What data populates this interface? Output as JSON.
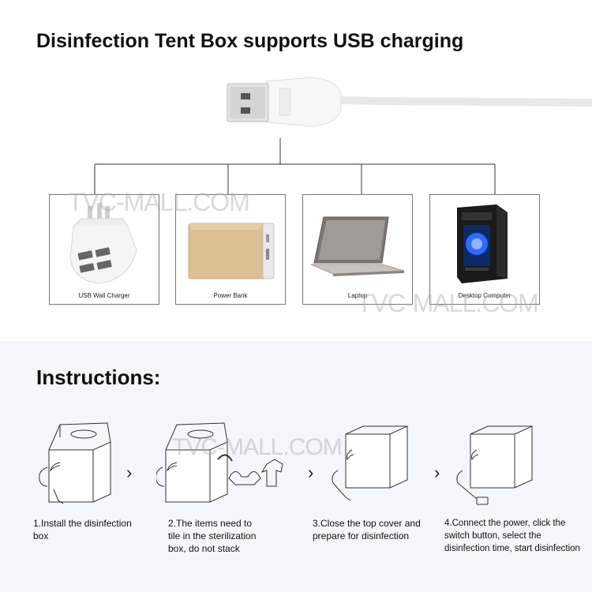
{
  "header": {
    "title": "Disinfection Tent Box supports USB charging"
  },
  "devices": [
    {
      "label": "USB Wall Charger",
      "icon": "usb-wall-charger-icon"
    },
    {
      "label": "Power Bank",
      "icon": "power-bank-icon"
    },
    {
      "label": "Laptop",
      "icon": "laptop-icon"
    },
    {
      "label": "Desktop Computer",
      "icon": "desktop-computer-icon"
    }
  ],
  "watermark": "TVC-MALL.COM",
  "instructions": {
    "title": "Instructions:",
    "steps": [
      {
        "line1": "1.Install the disinfection",
        "line2": "box",
        "line3": ""
      },
      {
        "line1": "2.The items need to",
        "line2": "tile in the sterilization",
        "line3": "box, do not stack"
      },
      {
        "line1": "3.Close the top cover and",
        "line2": "prepare for disinfection",
        "line3": ""
      },
      {
        "line1": "4.Connect the power, click the",
        "line2": "switch button, select the",
        "line3": "disinfection time, start disinfection"
      }
    ],
    "separator": "›"
  },
  "colors": {
    "bottom_bg": "#f3f6fa",
    "card_border": "#777777",
    "power_bank": "#d8b98a",
    "pc_accent": "#2f6bff"
  }
}
